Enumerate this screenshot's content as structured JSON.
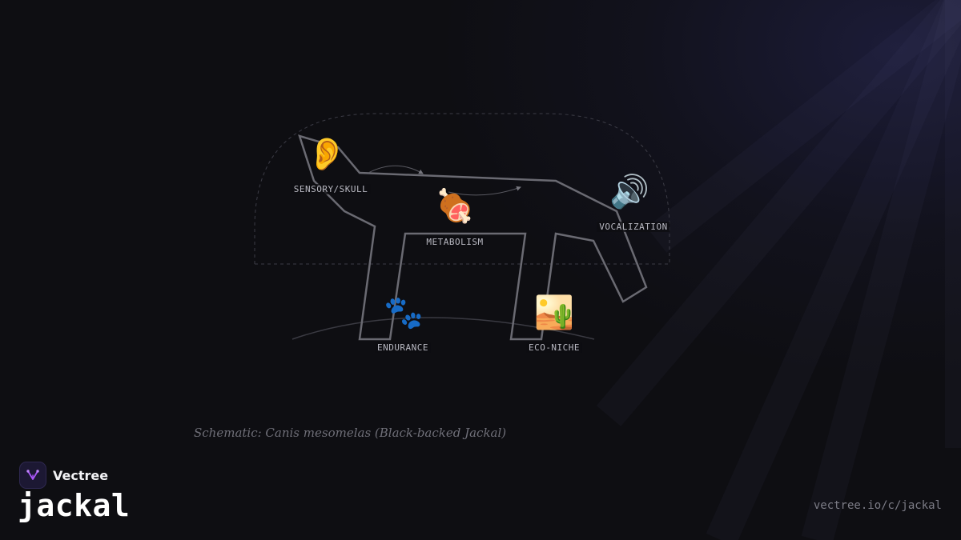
{
  "diagram": {
    "nodes": [
      {
        "id": "sensory",
        "label": "SENSORY/SKULL",
        "icon": "ear-icon",
        "glyph": "👂"
      },
      {
        "id": "metabolism",
        "label": "METABOLISM",
        "icon": "meat-on-bone-icon",
        "glyph": "🍖"
      },
      {
        "id": "vocalization",
        "label": "VOCALIZATION",
        "icon": "speaker-loud-icon",
        "glyph": "🔊"
      },
      {
        "id": "endurance",
        "label": "ENDURANCE",
        "icon": "paw-prints-icon",
        "glyph": "🐾"
      },
      {
        "id": "econiche",
        "label": "ECO-NICHE",
        "icon": "desert-cactus-icon",
        "glyph": "🏜️"
      }
    ],
    "caption": "Schematic: Canis mesomelas (Black-backed Jackal)"
  },
  "brand": {
    "name": "Vectree",
    "logo_icon": "vectree-logo-icon",
    "accent_color": "#a855f7"
  },
  "page": {
    "slug": "jackal",
    "url": "vectree.io/c/jackal"
  }
}
